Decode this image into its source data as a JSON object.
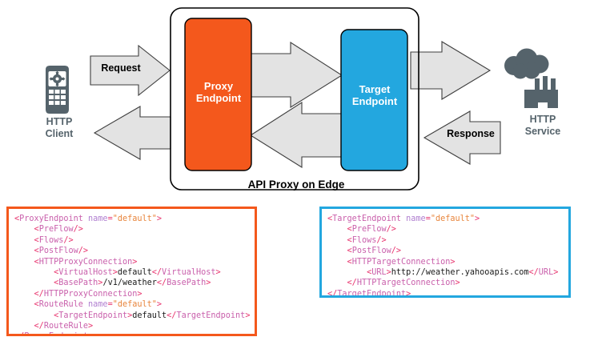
{
  "diagram": {
    "title": "API Proxy on Edge",
    "outer_container_label": "API Proxy on Edge",
    "nodes": {
      "http_client": {
        "label_line1": "HTTP",
        "label_line2": "Client",
        "icon": "mobile-phone-gear-icon",
        "color": "#55636B"
      },
      "proxy_endpoint": {
        "label_line1": "Proxy",
        "label_line2": "Endpoint",
        "color": "#F4581C",
        "text_color": "#FFFFFF"
      },
      "target_endpoint": {
        "label_line1": "Target",
        "label_line2": "Endpoint",
        "color": "#23A7DF",
        "text_color": "#FFFFFF"
      },
      "http_service": {
        "label_line1": "HTTP",
        "label_line2": "Service",
        "icon": "factory-cloud-icon",
        "color": "#55636B"
      }
    },
    "arrows": {
      "request_label": "Request",
      "response_label": "Response",
      "fill": "#E3E3E3",
      "stroke": "#3E3E3E"
    }
  },
  "code_blocks": {
    "proxy": {
      "border_color": "#F4581C",
      "lines": [
        [
          {
            "t": "br",
            "v": "<"
          },
          {
            "t": "tg",
            "v": "ProxyEndpoint"
          },
          {
            "t": "tx",
            "v": " "
          },
          {
            "t": "at",
            "v": "name"
          },
          {
            "t": "br",
            "v": "="
          },
          {
            "t": "av",
            "v": "\"default\""
          },
          {
            "t": "br",
            "v": ">"
          }
        ],
        [
          {
            "t": "tx",
            "v": "    "
          },
          {
            "t": "br",
            "v": "<"
          },
          {
            "t": "tg",
            "v": "PreFlow"
          },
          {
            "t": "br",
            "v": "/>"
          }
        ],
        [
          {
            "t": "tx",
            "v": "    "
          },
          {
            "t": "br",
            "v": "<"
          },
          {
            "t": "tg",
            "v": "Flows"
          },
          {
            "t": "br",
            "v": "/>"
          }
        ],
        [
          {
            "t": "tx",
            "v": "    "
          },
          {
            "t": "br",
            "v": "<"
          },
          {
            "t": "tg",
            "v": "PostFlow"
          },
          {
            "t": "br",
            "v": "/>"
          }
        ],
        [
          {
            "t": "tx",
            "v": "    "
          },
          {
            "t": "br",
            "v": "<"
          },
          {
            "t": "tg",
            "v": "HTTPProxyConnection"
          },
          {
            "t": "br",
            "v": ">"
          }
        ],
        [
          {
            "t": "tx",
            "v": "        "
          },
          {
            "t": "br",
            "v": "<"
          },
          {
            "t": "tg",
            "v": "VirtualHost"
          },
          {
            "t": "br",
            "v": ">"
          },
          {
            "t": "tx",
            "v": "default"
          },
          {
            "t": "br",
            "v": "</"
          },
          {
            "t": "tg",
            "v": "VirtualHost"
          },
          {
            "t": "br",
            "v": ">"
          }
        ],
        [
          {
            "t": "tx",
            "v": "        "
          },
          {
            "t": "br",
            "v": "<"
          },
          {
            "t": "tg",
            "v": "BasePath"
          },
          {
            "t": "br",
            "v": ">"
          },
          {
            "t": "tx",
            "v": "/v1/weather"
          },
          {
            "t": "br",
            "v": "</"
          },
          {
            "t": "tg",
            "v": "BasePath"
          },
          {
            "t": "br",
            "v": ">"
          }
        ],
        [
          {
            "t": "tx",
            "v": "    "
          },
          {
            "t": "br",
            "v": "</"
          },
          {
            "t": "tg",
            "v": "HTTPProxyConnection"
          },
          {
            "t": "br",
            "v": ">"
          }
        ],
        [
          {
            "t": "tx",
            "v": "    "
          },
          {
            "t": "br",
            "v": "<"
          },
          {
            "t": "tg",
            "v": "RouteRule"
          },
          {
            "t": "tx",
            "v": " "
          },
          {
            "t": "at",
            "v": "name"
          },
          {
            "t": "br",
            "v": "="
          },
          {
            "t": "av",
            "v": "\"default\""
          },
          {
            "t": "br",
            "v": ">"
          }
        ],
        [
          {
            "t": "tx",
            "v": "        "
          },
          {
            "t": "br",
            "v": "<"
          },
          {
            "t": "tg",
            "v": "TargetEndpoint"
          },
          {
            "t": "br",
            "v": ">"
          },
          {
            "t": "tx",
            "v": "default"
          },
          {
            "t": "br",
            "v": "</"
          },
          {
            "t": "tg",
            "v": "TargetEndpoint"
          },
          {
            "t": "br",
            "v": ">"
          }
        ],
        [
          {
            "t": "tx",
            "v": "    "
          },
          {
            "t": "br",
            "v": "</"
          },
          {
            "t": "tg",
            "v": "RouteRule"
          },
          {
            "t": "br",
            "v": ">"
          }
        ],
        [
          {
            "t": "br",
            "v": "</"
          },
          {
            "t": "tg",
            "v": "ProxyEndpoint"
          },
          {
            "t": "br",
            "v": ">"
          }
        ]
      ]
    },
    "target": {
      "border_color": "#23A7DF",
      "lines": [
        [
          {
            "t": "br",
            "v": "<"
          },
          {
            "t": "tg",
            "v": "TargetEndpoint"
          },
          {
            "t": "tx",
            "v": " "
          },
          {
            "t": "at",
            "v": "name"
          },
          {
            "t": "br",
            "v": "="
          },
          {
            "t": "av",
            "v": "\"default\""
          },
          {
            "t": "br",
            "v": ">"
          }
        ],
        [
          {
            "t": "tx",
            "v": "    "
          },
          {
            "t": "br",
            "v": "<"
          },
          {
            "t": "tg",
            "v": "PreFlow"
          },
          {
            "t": "br",
            "v": "/>"
          }
        ],
        [
          {
            "t": "tx",
            "v": "    "
          },
          {
            "t": "br",
            "v": "<"
          },
          {
            "t": "tg",
            "v": "Flows"
          },
          {
            "t": "br",
            "v": "/>"
          }
        ],
        [
          {
            "t": "tx",
            "v": "    "
          },
          {
            "t": "br",
            "v": "<"
          },
          {
            "t": "tg",
            "v": "PostFlow"
          },
          {
            "t": "br",
            "v": "/>"
          }
        ],
        [
          {
            "t": "tx",
            "v": "    "
          },
          {
            "t": "br",
            "v": "<"
          },
          {
            "t": "tg",
            "v": "HTTPTargetConnection"
          },
          {
            "t": "br",
            "v": ">"
          }
        ],
        [
          {
            "t": "tx",
            "v": "        "
          },
          {
            "t": "br",
            "v": "<"
          },
          {
            "t": "tg",
            "v": "URL"
          },
          {
            "t": "br",
            "v": ">"
          },
          {
            "t": "tx",
            "v": "http://weather.yahooapis.com"
          },
          {
            "t": "br",
            "v": "</"
          },
          {
            "t": "tg",
            "v": "URL"
          },
          {
            "t": "br",
            "v": ">"
          }
        ],
        [
          {
            "t": "tx",
            "v": "    "
          },
          {
            "t": "br",
            "v": "</"
          },
          {
            "t": "tg",
            "v": "HTTPTargetConnection"
          },
          {
            "t": "br",
            "v": ">"
          }
        ],
        [
          {
            "t": "br",
            "v": "</"
          },
          {
            "t": "tg",
            "v": "TargetEndpoint"
          },
          {
            "t": "br",
            "v": ">"
          }
        ]
      ]
    }
  }
}
